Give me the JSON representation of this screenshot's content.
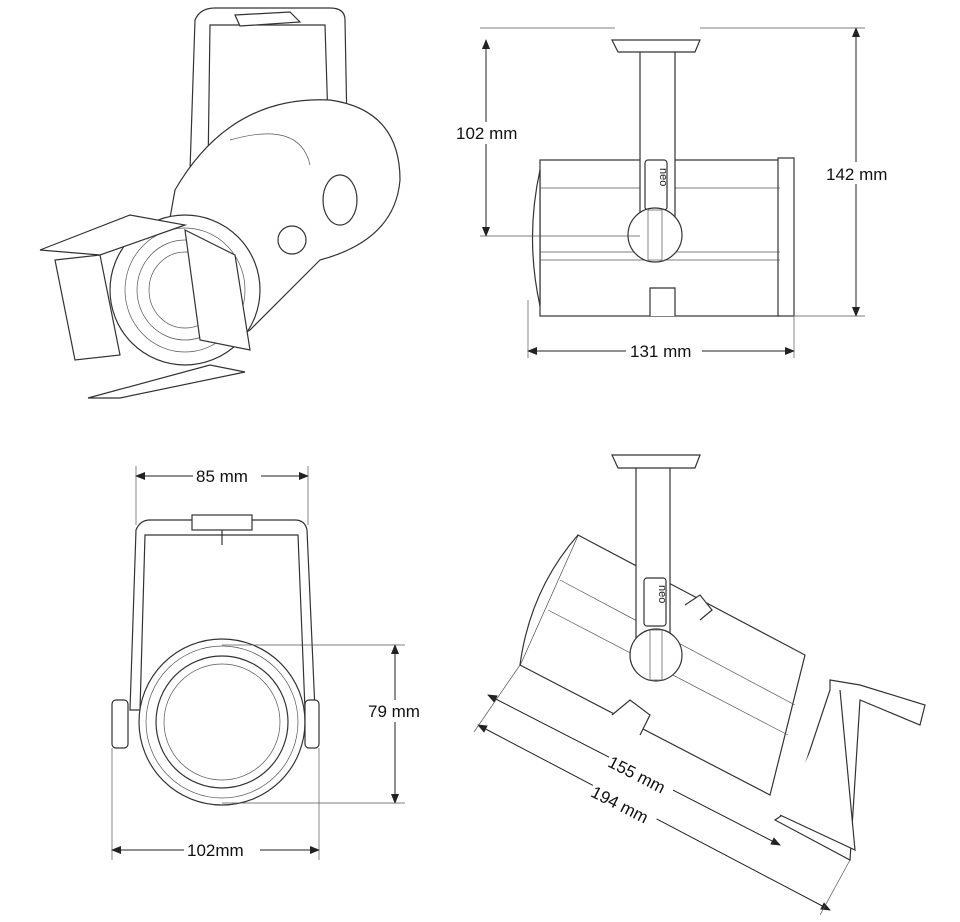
{
  "views": {
    "perspective": {
      "title": ""
    },
    "side": {
      "height_upper": "102 mm",
      "height_total": "142 mm",
      "length": "131 mm",
      "logo": "neo"
    },
    "front": {
      "bracket_width": "85 mm",
      "lens_height": "79 mm",
      "body_width": "102mm"
    },
    "tilted": {
      "body_length": "155 mm",
      "total_length": "194 mm",
      "logo": "neo"
    }
  }
}
